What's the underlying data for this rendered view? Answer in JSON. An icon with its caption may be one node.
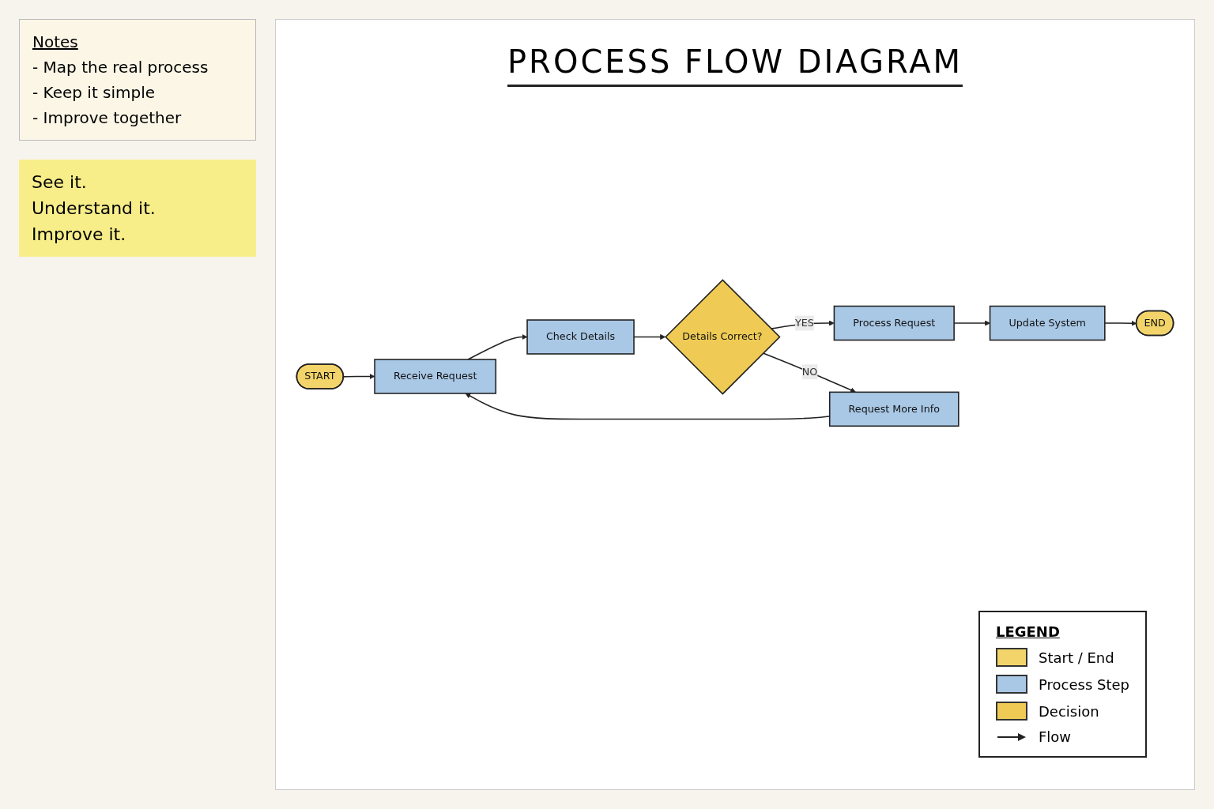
{
  "diagram": {
    "title": "PROCESS FLOW DIAGRAM",
    "nodes": [
      {
        "text": [
          "START"
        ]
      },
      {
        "text": [
          "Receive Request"
        ]
      },
      {
        "text": [
          "Check Details"
        ]
      },
      {
        "text": [
          "Details Correct?"
        ]
      },
      {
        "text": [
          "Process Request"
        ]
      },
      {
        "text": [
          "Update System"
        ]
      },
      {
        "text": [
          "END"
        ]
      },
      {
        "text": [
          "Request More Info"
        ]
      }
    ],
    "edges": [
      {
        "from": 0,
        "to": 1,
        "arrow": "to"
      },
      {
        "from": 1,
        "to": 2,
        "arrow": "to"
      },
      {
        "from": 2,
        "to": 3,
        "arrow": "to"
      },
      {
        "from": 3,
        "to": 4,
        "arrow": "to",
        "label": "YES"
      },
      {
        "from": 4,
        "to": 5,
        "arrow": "to"
      },
      {
        "from": 5,
        "to": 6,
        "arrow": "to"
      },
      {
        "from": 3,
        "to": 7,
        "arrow": "to",
        "label": "NO"
      },
      {
        "from": 7,
        "to": 1,
        "arrow": "to"
      }
    ],
    "labels": [
      "Notes",
      "- Map the real process",
      "- Keep it simple",
      "- Improve together",
      "LEGEND",
      "See it.",
      "Understand it.",
      "Improve it."
    ],
    "legend": [
      {
        "text": "Start / End",
        "color": "#f3d46a"
      },
      {
        "text": "Process Step",
        "color": "#a9c8e6"
      },
      {
        "text": "Decision",
        "color": "#efcb55"
      },
      {
        "text": "Flow"
      }
    ]
  }
}
